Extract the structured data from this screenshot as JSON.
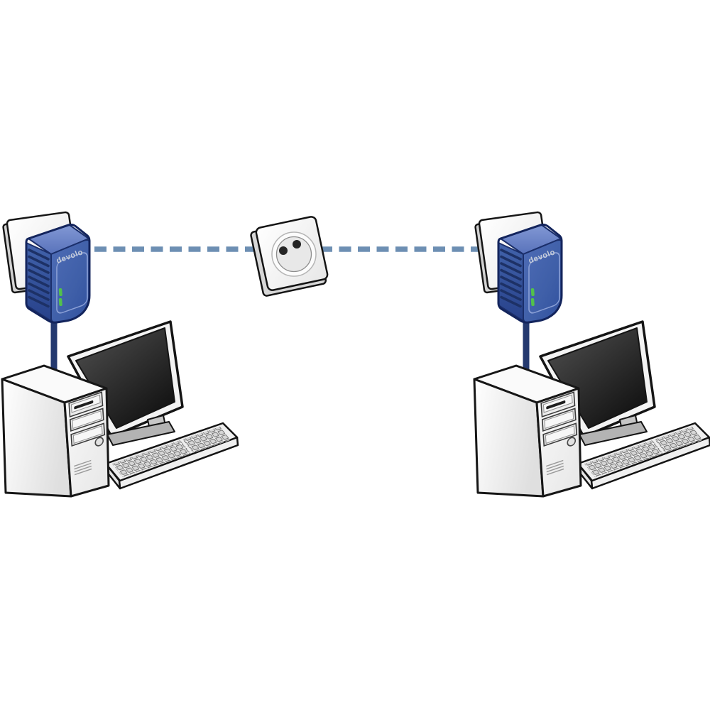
{
  "diagram": {
    "kind": "powerline-network-illustration",
    "background_color": "#ffffff",
    "powerline_link": {
      "style": "dashed",
      "color": "#6d8fb3"
    },
    "wall_outlet": {
      "type": "round-socket",
      "pin_holes": 2,
      "plate_color": "#ffffff"
    },
    "stations": {
      "left": {
        "adapter": {
          "brand": "devolo",
          "body_color": "#3f5fa8",
          "top_color": "#6d87c8",
          "outline_color": "#13245c",
          "led_color": "#52c14b",
          "led_count": 2
        },
        "cable": {
          "color": "#24396f"
        },
        "computer": {
          "parts": [
            "tower",
            "monitor",
            "keyboard"
          ],
          "tower_drive_bays": 3
        }
      },
      "right": {
        "adapter": {
          "brand": "devolo",
          "body_color": "#3f5fa8",
          "top_color": "#6d87c8",
          "outline_color": "#13245c",
          "led_color": "#52c14b",
          "led_count": 2
        },
        "cable": {
          "color": "#24396f"
        },
        "computer": {
          "parts": [
            "tower",
            "monitor",
            "keyboard"
          ],
          "tower_drive_bays": 3
        }
      }
    }
  }
}
